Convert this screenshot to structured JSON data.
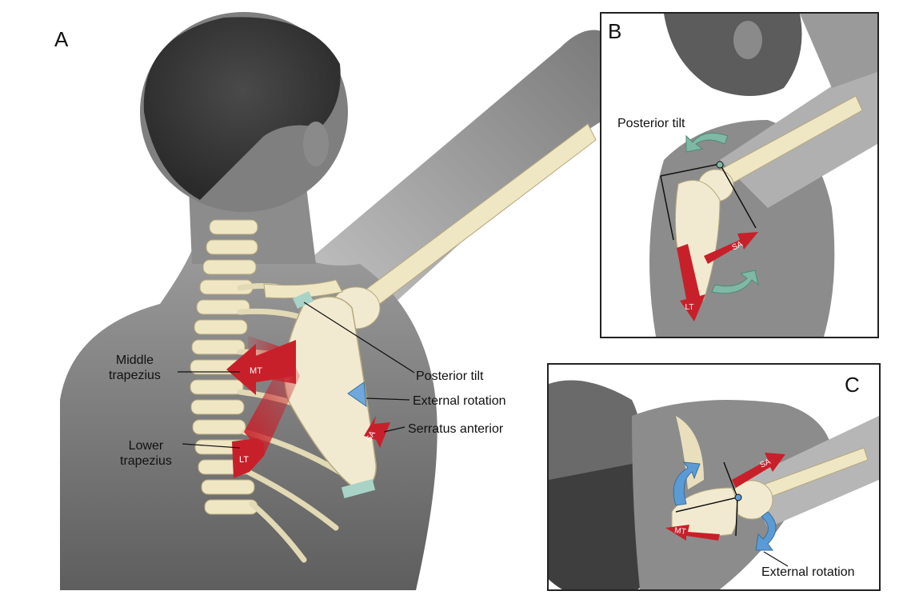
{
  "panels": {
    "a": {
      "letter": "A",
      "labels": {
        "middle_trapezius": "Middle\ntrapezius",
        "lower_trapezius": "Lower\ntrapezius",
        "posterior_tilt": "Posterior tilt",
        "external_rotation": "External rotation",
        "serratus_anterior": "Serratus anterior"
      },
      "arrow_tags": {
        "mt": "MT",
        "lt": "LT",
        "sa": "SA"
      }
    },
    "b": {
      "letter": "B",
      "labels": {
        "posterior_tilt": "Posterior tilt"
      },
      "arrow_tags": {
        "sa": "SA",
        "lt": "LT"
      }
    },
    "c": {
      "letter": "C",
      "labels": {
        "external_rotation": "External rotation"
      },
      "arrow_tags": {
        "sa": "SA",
        "mt": "MT"
      }
    }
  },
  "colors": {
    "muscle_red": "#c8202a",
    "bone": "#efe6c4",
    "rotation_blue": "#5b9bd5",
    "tilt_teal": "#7fb9a6",
    "skin_gray": "#8a8a8a"
  }
}
